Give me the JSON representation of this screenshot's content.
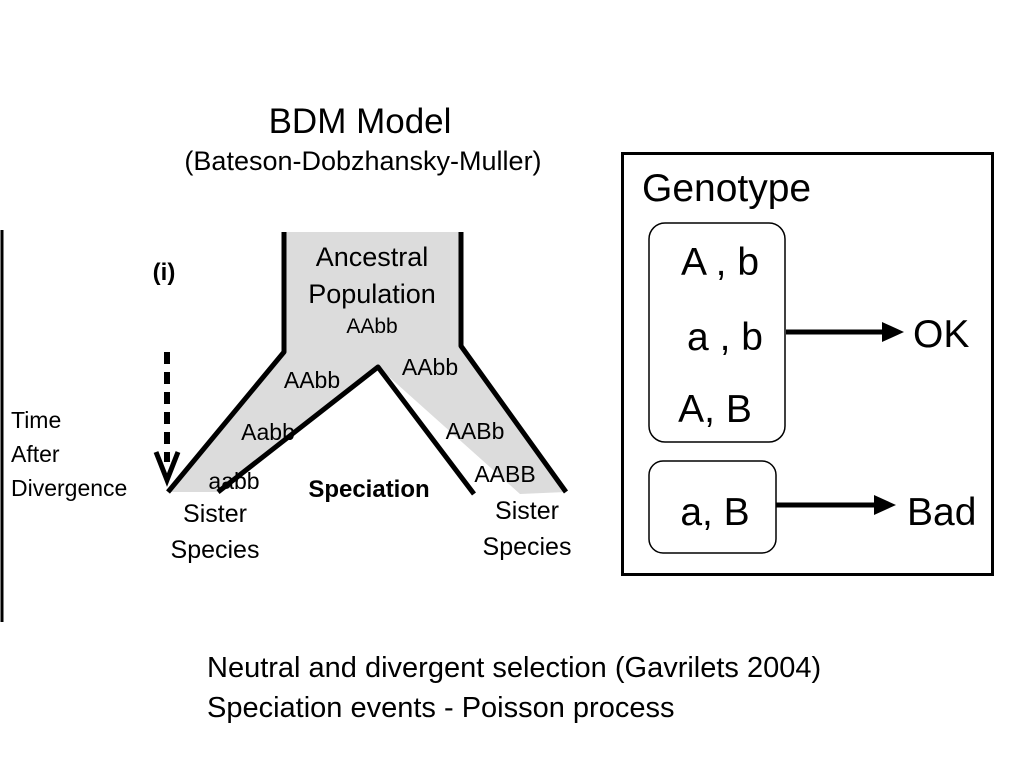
{
  "title": "BDM Model",
  "subtitle": "(Bateson-Dobzhansky-Muller)",
  "tree": {
    "panel_label": "(i)",
    "ancestral_line1": "Ancestral",
    "ancestral_line2": "Population",
    "ancestral_genotype": "AAbb",
    "left_branch_genotypes": [
      "AAbb",
      "Aabb",
      "aabb"
    ],
    "right_branch_genotypes": [
      "AAbb",
      "AABb",
      "AABB"
    ],
    "speciation_label": "Speciation",
    "left_species_line1": "Sister",
    "left_species_line2": "Species",
    "right_species_line1": "Sister",
    "right_species_line2": "Species",
    "time_axis_line1": "Time",
    "time_axis_line2": "After",
    "time_axis_line3": "Divergence"
  },
  "genotype_panel": {
    "heading": "Genotype",
    "ok_group": [
      "A , b",
      "a , b",
      "A, B"
    ],
    "ok_label": "OK",
    "bad_group": "a, B",
    "bad_label": "Bad"
  },
  "footer": {
    "line1": "Neutral and divergent selection (Gavrilets 2004)",
    "line2": "Speciation events - Poisson process"
  },
  "colors": {
    "branch_fill": "#dcdcdc",
    "ink": "#000000"
  }
}
